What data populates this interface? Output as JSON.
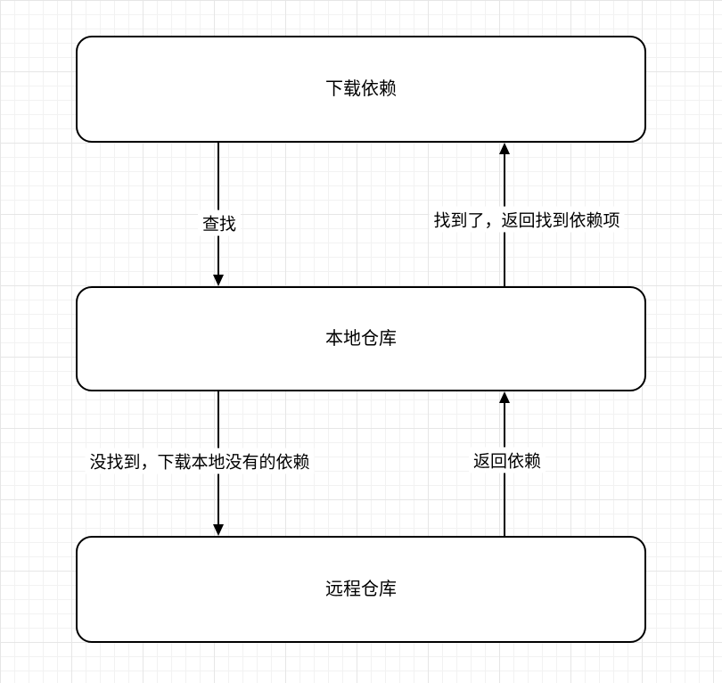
{
  "diagram": {
    "title": "dependency-download-flowchart",
    "nodes": [
      {
        "id": "download-dependency",
        "label": "下载依赖"
      },
      {
        "id": "local-repository",
        "label": "本地仓库"
      },
      {
        "id": "remote-repository",
        "label": "远程仓库"
      }
    ],
    "edges": [
      {
        "id": "search",
        "from": "download-dependency",
        "to": "local-repository",
        "direction": "down",
        "label": "查找"
      },
      {
        "id": "found-return",
        "from": "local-repository",
        "to": "download-dependency",
        "direction": "up",
        "label": "找到了，返回找到依赖项"
      },
      {
        "id": "not-found",
        "from": "local-repository",
        "to": "remote-repository",
        "direction": "down",
        "label": "没找到，下载本地没有的依赖"
      },
      {
        "id": "return-dep",
        "from": "remote-repository",
        "to": "local-repository",
        "direction": "up",
        "label": "返回依赖"
      }
    ],
    "colors": {
      "node_fill": "#ffffff",
      "node_border": "#000000",
      "arrow_color": "#000000",
      "text_color": "#000000",
      "grid_minor": "#f2f2f2",
      "grid_major": "#e6e6e6",
      "canvas_bg": "#ffffff"
    }
  }
}
